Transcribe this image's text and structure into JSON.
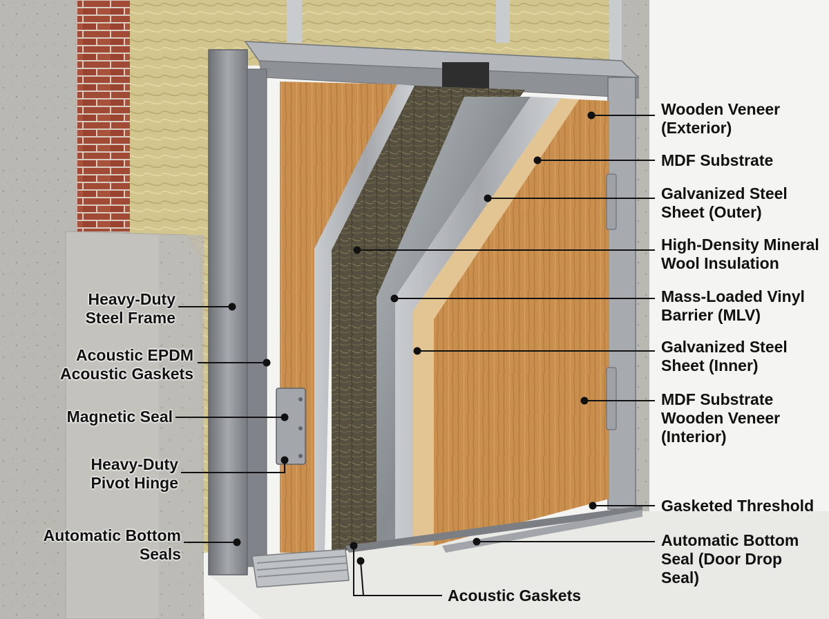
{
  "labels": {
    "wooden_veneer_exterior": [
      "Wooden Veneer",
      "(Exterior)"
    ],
    "mdf_substrate": [
      "MDF Substrate"
    ],
    "galvanized_steel_outer": [
      "Galvanized Steel",
      "Sheet (Outer)"
    ],
    "mineral_wool": [
      "High-Density Mineral",
      "Wool Insulation"
    ],
    "mlv_barrier": [
      "Mass-Loaded Vinyl",
      "Barrier (MLV)"
    ],
    "galvanized_steel_inner": [
      "Galvanized Steel",
      "Sheet (Inner)"
    ],
    "mdf_veneer_interior": [
      "MDF Substrate",
      "Wooden Veneer",
      "(Interior)"
    ],
    "gasketed_threshold": [
      "Gasketed Threshold"
    ],
    "automatic_bottom_seal_drop": [
      "Automatic Bottom",
      "Seal (Door Drop",
      "Seal)"
    ],
    "acoustic_gaskets": [
      "Acoustic Gaskets"
    ],
    "steel_frame": [
      "Heavy-Duty",
      "Steel Frame"
    ],
    "epdm_gaskets": [
      "Acoustic EPDM",
      "Acoustic Gaskets"
    ],
    "magnetic_seal": [
      "Magnetic Seal"
    ],
    "pivot_hinge": [
      "Heavy-Duty",
      "Pivot Hinge"
    ],
    "automatic_bottom_seals": [
      "Automatic Bottom",
      "Seals"
    ]
  },
  "colors": {
    "wood": "#c98f4e",
    "mdf": "#e3c493",
    "steel": "#a9adb0",
    "mineral_wool": "#5a513f",
    "mlv": "#9aa0a4",
    "concrete": "#b9b7b2",
    "brick": "#a04a36",
    "insulation": "#d2c48c",
    "frame": "#8d9196"
  }
}
